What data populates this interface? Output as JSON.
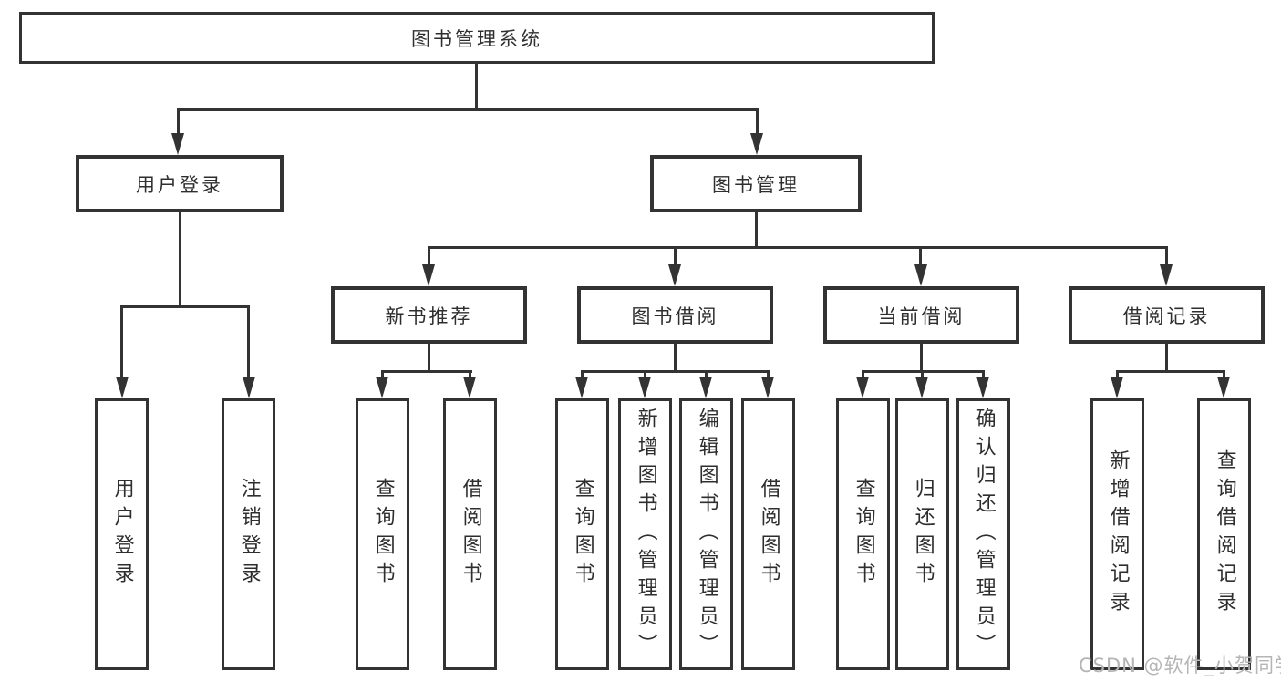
{
  "tree": {
    "label": "图书管理系统",
    "children": [
      {
        "label": "用户登录",
        "children": [
          {
            "label": "用户登录"
          },
          {
            "label": "注销登录"
          }
        ]
      },
      {
        "label": "图书管理",
        "children": [
          {
            "label": "新书推荐",
            "children": [
              {
                "label": "查询图书"
              },
              {
                "label": "借阅图书"
              }
            ]
          },
          {
            "label": "图书借阅",
            "children": [
              {
                "label": "查询图书"
              },
              {
                "label": "新增图书（管理员）"
              },
              {
                "label": "编辑图书（管理员）"
              },
              {
                "label": "借阅图书"
              }
            ]
          },
          {
            "label": "当前借阅",
            "children": [
              {
                "label": "查询图书"
              },
              {
                "label": "归还图书"
              },
              {
                "label": "确认归还（管理员）"
              }
            ]
          },
          {
            "label": "借阅记录",
            "children": [
              {
                "label": "新增借阅记录"
              },
              {
                "label": "查询借阅记录"
              }
            ]
          }
        ]
      }
    ]
  },
  "watermark": {
    "text": "CSDN @软件_小贺同学"
  },
  "colors": {
    "line": "#333333",
    "text": "#2e2e2e",
    "watermark": "#b5b5b5",
    "background": "#ffffff"
  }
}
